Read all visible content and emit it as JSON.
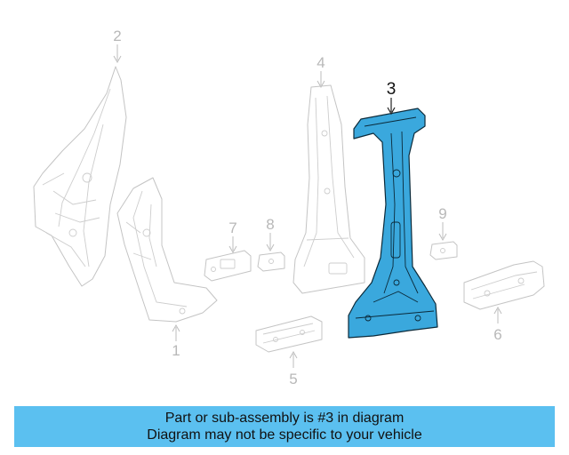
{
  "diagram": {
    "highlight_color": "#3aa8dd",
    "ghost_color": "#c4c4c4",
    "callouts": [
      {
        "id": "1",
        "label": "1"
      },
      {
        "id": "2",
        "label": "2"
      },
      {
        "id": "3",
        "label": "3",
        "highlighted": true
      },
      {
        "id": "4",
        "label": "4"
      },
      {
        "id": "5",
        "label": "5"
      },
      {
        "id": "6",
        "label": "6"
      },
      {
        "id": "7",
        "label": "7"
      },
      {
        "id": "8",
        "label": "8"
      },
      {
        "id": "9",
        "label": "9"
      }
    ]
  },
  "banner": {
    "background": "#5bc0f0",
    "line1": "Part or sub-assembly is #3 in diagram",
    "line2": "Diagram may not be specific to your vehicle"
  }
}
